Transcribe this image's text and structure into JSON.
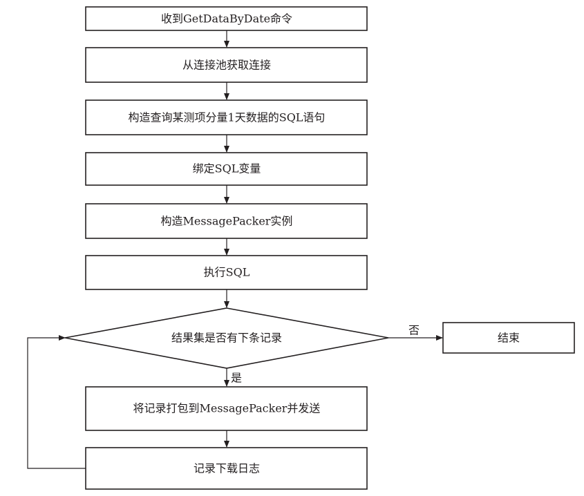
{
  "steps": {
    "receive_command": "收到GetDataByDate命令",
    "get_connection": "从连接池获取连接",
    "build_sql": "构造查询某测项分量1天数据的SQL语句",
    "bind_vars": "绑定SQL变量",
    "build_packer": "构造MessagePacker实例",
    "execute_sql": "执行SQL",
    "pack_record": "将记录打包到MessagePacker并发送",
    "log_download": "记录下载日志"
  },
  "decision": {
    "question": "结果集是否有下条记录",
    "yes_label": "是",
    "no_label": "否"
  },
  "end": {
    "label": "结束"
  },
  "colors": {
    "stroke": "#231f20",
    "fill": "#ffffff"
  }
}
